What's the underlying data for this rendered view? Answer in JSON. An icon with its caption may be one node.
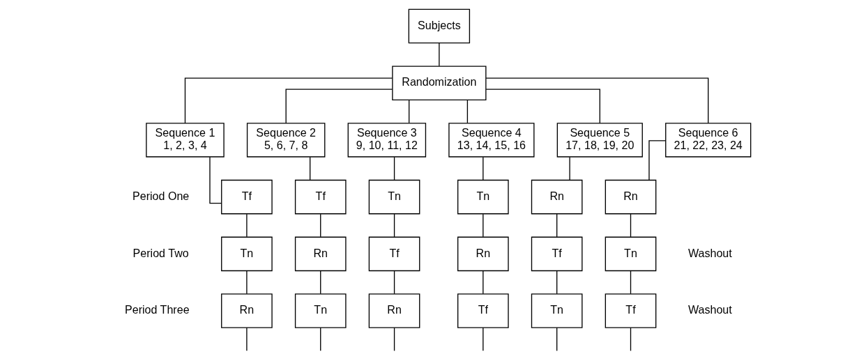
{
  "diagram": {
    "nodes": [
      {
        "text": [
          "Subjects"
        ]
      },
      {
        "text": [
          "Randomization"
        ]
      },
      {
        "text": [
          "Sequence 1",
          "1, 2, 3, 4"
        ]
      },
      {
        "text": [
          "Sequence 2",
          "5, 6, 7, 8"
        ]
      },
      {
        "text": [
          "Sequence 3",
          "9, 10, 11, 12"
        ]
      },
      {
        "text": [
          "Sequence 4",
          "13, 14, 15, 16"
        ]
      },
      {
        "text": [
          "Sequence 5",
          "17, 18, 19, 20"
        ]
      },
      {
        "text": [
          "Sequence 6",
          "21, 22, 23, 24"
        ]
      },
      {
        "text": [
          "Tf"
        ]
      },
      {
        "text": [
          "Tf"
        ]
      },
      {
        "text": [
          "Tn"
        ]
      },
      {
        "text": [
          "Tn"
        ]
      },
      {
        "text": [
          "Rn"
        ]
      },
      {
        "text": [
          "Rn"
        ]
      },
      {
        "text": [
          "Tn"
        ]
      },
      {
        "text": [
          "Rn"
        ]
      },
      {
        "text": [
          "Tf"
        ]
      },
      {
        "text": [
          "Rn"
        ]
      },
      {
        "text": [
          "Tf"
        ]
      },
      {
        "text": [
          "Tn"
        ]
      },
      {
        "text": [
          "Rn"
        ]
      },
      {
        "text": [
          "Tn"
        ]
      },
      {
        "text": [
          "Rn"
        ]
      },
      {
        "text": [
          "Tf"
        ]
      },
      {
        "text": [
          "Tn"
        ]
      },
      {
        "text": [
          "Tf"
        ]
      }
    ],
    "edges": [
      {
        "from": 0,
        "to": 1,
        "arrow": "none"
      },
      {
        "from": 1,
        "to": 2,
        "arrow": "none"
      },
      {
        "from": 1,
        "to": 3,
        "arrow": "none"
      },
      {
        "from": 1,
        "to": 4,
        "arrow": "none"
      },
      {
        "from": 1,
        "to": 5,
        "arrow": "none"
      },
      {
        "from": 1,
        "to": 6,
        "arrow": "none"
      },
      {
        "from": 1,
        "to": 7,
        "arrow": "none"
      },
      {
        "from": 2,
        "to": 8,
        "arrow": "none"
      },
      {
        "from": 3,
        "to": 9,
        "arrow": "none"
      },
      {
        "from": 4,
        "to": 10,
        "arrow": "none"
      },
      {
        "from": 5,
        "to": 11,
        "arrow": "none"
      },
      {
        "from": 6,
        "to": 12,
        "arrow": "none"
      },
      {
        "from": 7,
        "to": 13,
        "arrow": "none"
      },
      {
        "from": 8,
        "to": 14,
        "arrow": "none"
      },
      {
        "from": 9,
        "to": 15,
        "arrow": "none"
      },
      {
        "from": 10,
        "to": 16,
        "arrow": "none"
      },
      {
        "from": 11,
        "to": 17,
        "arrow": "none"
      },
      {
        "from": 12,
        "to": 18,
        "arrow": "none"
      },
      {
        "from": 13,
        "to": 19,
        "arrow": "none"
      },
      {
        "from": 14,
        "to": 20,
        "arrow": "none"
      },
      {
        "from": 15,
        "to": 21,
        "arrow": "none"
      },
      {
        "from": 16,
        "to": 22,
        "arrow": "none"
      },
      {
        "from": 17,
        "to": 23,
        "arrow": "none"
      },
      {
        "from": 18,
        "to": 24,
        "arrow": "none"
      },
      {
        "from": 19,
        "to": 25,
        "arrow": "none"
      },
      {
        "from": 20,
        "to": null,
        "arrow": "none"
      },
      {
        "from": 21,
        "to": null,
        "arrow": "none"
      },
      {
        "from": 22,
        "to": null,
        "arrow": "none"
      },
      {
        "from": 23,
        "to": null,
        "arrow": "none"
      },
      {
        "from": 24,
        "to": null,
        "arrow": "none"
      },
      {
        "from": 25,
        "to": null,
        "arrow": "none"
      }
    ],
    "labels": [
      "Period One",
      "Period Two",
      "Washout",
      "Period Three",
      "Washout"
    ]
  }
}
